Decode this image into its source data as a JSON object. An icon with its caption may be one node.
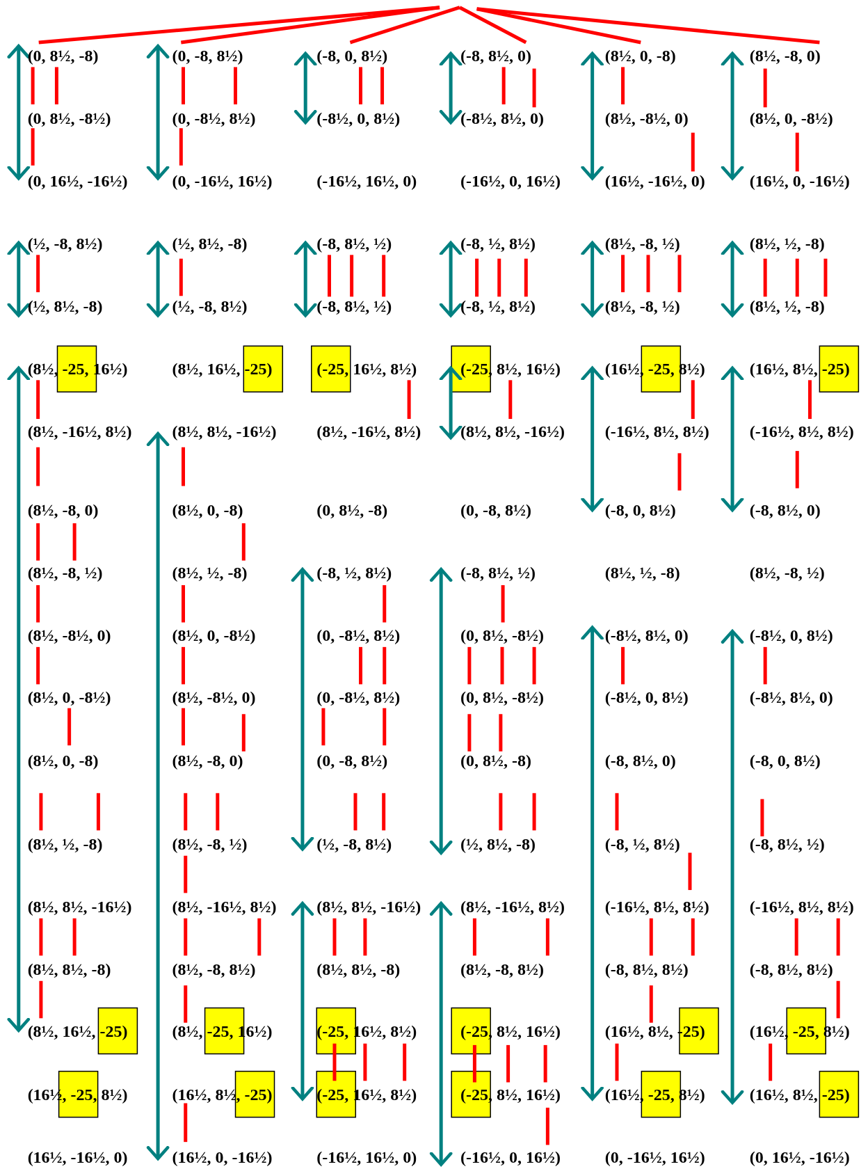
{
  "diagram": {
    "labels": [
      "(0, 8½, -8)",
      "(0, -8, 8½)",
      "(-8, 0, 8½)",
      "(-8, 8½, 0)",
      "(8½, 0, -8)",
      "(8½, -8, 0)",
      "(0, 8½, -8½)",
      "(0, -8½, 8½)",
      "(-8½, 0, 8½)",
      "(-8½, 8½, 0)",
      "(8½, -8½, 0)",
      "(8½, 0, -8½)",
      "(0, 16½, -16½)",
      "(0, -16½, 16½)",
      "(-16½, 16½, 0)",
      "(-16½, 0, 16½)",
      "(16½, -16½, 0)",
      "(16½, 0, -16½)",
      "(½, -8, 8½)",
      "(½, 8½, -8)",
      "(-8, 8½, ½)",
      "(-8, ½, 8½)",
      "(8½, -8, ½)",
      "(8½, ½, -8)",
      "(½, 8½, -8)",
      "(½, -8, 8½)",
      "(-8, 8½, ½)",
      "(-8, ½, 8½)",
      "(8½, -8, ½)",
      "(8½, ½, -8)",
      "(8½, -25, 16½)",
      "(8½, 16½, -25)",
      "(-25, 16½, 8½)",
      "(-25, 8½, 16½)",
      "(16½, -25, 8½)",
      "(16½, 8½, -25)",
      "(8½, -16½, 8½)",
      "(8½, 8½, -16½)",
      "(8½, -16½, 8½)",
      "(8½, 8½, -16½)",
      "(-16½, 8½, 8½)",
      "(-16½, 8½, 8½)",
      "(8½, -8, 0)",
      "(8½, 0, -8)",
      "(0, 8½, -8)",
      "(0, -8, 8½)",
      "(-8, 0, 8½)",
      "(-8, 8½, 0)",
      "(8½, -8, ½)",
      "(8½, ½, -8)",
      "(-8, ½, 8½)",
      "(-8, 8½, ½)",
      "(8½, ½, -8)",
      "(8½, -8, ½)",
      "(8½, -8½, 0)",
      "(8½, 0, -8½)",
      "(0, -8½, 8½)",
      "(0, 8½, -8½)",
      "(-8½, 8½, 0)",
      "(-8½, 0, 8½)",
      "(8½, 0, -8½)",
      "(8½, -8½, 0)",
      "(0, -8½, 8½)",
      "(0, 8½, -8½)",
      "(-8½, 0, 8½)",
      "(-8½, 8½, 0)",
      "(8½, 0, -8)",
      "(8½, -8, 0)",
      "(0, -8, 8½)",
      "(0, 8½, -8)",
      "(-8, 8½, 0)",
      "(-8, 0, 8½)",
      "(8½, ½, -8)",
      "(8½, -8, ½)",
      "(½, -8, 8½)",
      "(½, 8½, -8)",
      "(-8, ½, 8½)",
      "(-8, 8½, ½)",
      "(8½, 8½, -16½)",
      "(8½, -16½, 8½)",
      "(8½, 8½, -16½)",
      "(8½, -16½, 8½)",
      "(-16½, 8½, 8½)",
      "(-16½, 8½, 8½)",
      "(8½, 8½, -8)",
      "(8½, -8, 8½)",
      "(8½, 8½, -8)",
      "(8½, -8, 8½)",
      "(-8, 8½, 8½)",
      "(-8, 8½, 8½)",
      "(8½, 16½, -25)",
      "(8½, -25, 16½)",
      "(-25, 16½, 8½)",
      "(-25, 8½, 16½)",
      "(16½, 8½, -25)",
      "(16½, -25, 8½)",
      "(16½, -25, 8½)",
      "(16½, 8½, -25)",
      "(-25, 16½, 8½)",
      "(-25, 8½, 16½)",
      "(16½, -25, 8½)",
      "(16½, 8½, -25)",
      "(16½, -16½, 0)",
      "(16½, 0, -16½)",
      "(-16½, 16½, 0)",
      "(-16½, 0, 16½)",
      "(0, -16½, 16½)",
      "(0, 16½, -16½)"
    ]
  }
}
